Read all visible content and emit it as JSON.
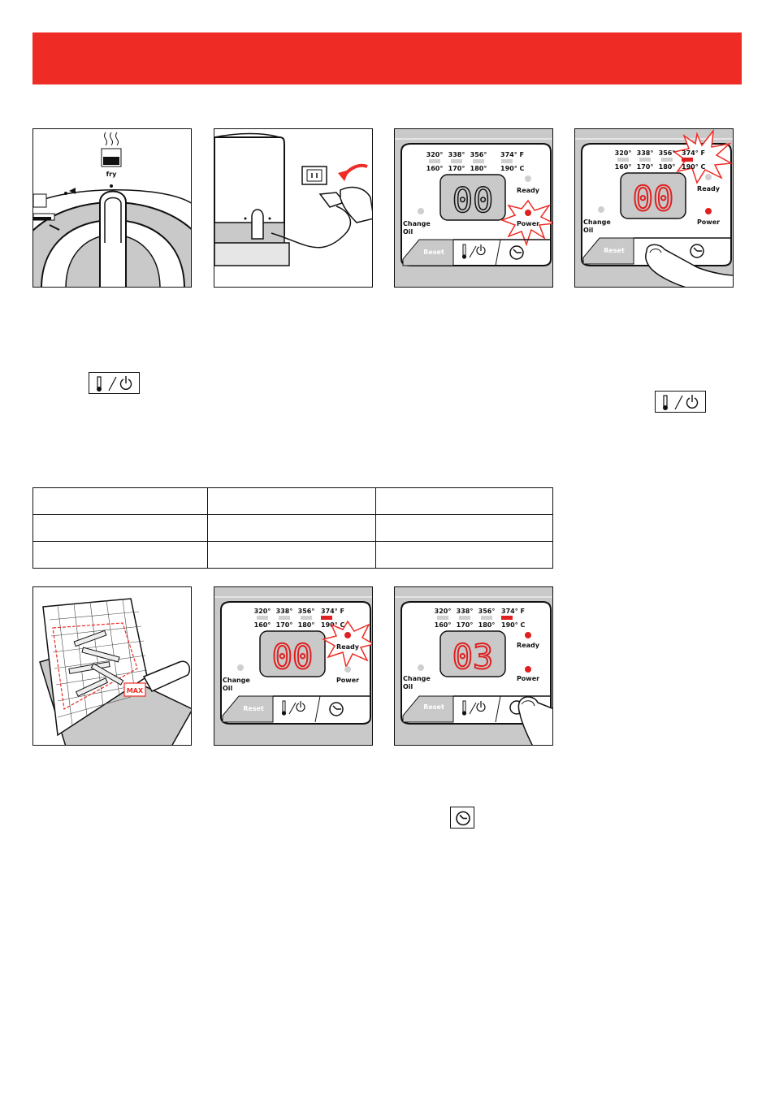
{
  "control_panel": {
    "temps_f": [
      "320°",
      "338°",
      "356°",
      "374° F"
    ],
    "temps_c": [
      "160°",
      "170°",
      "180°",
      "190° C"
    ],
    "ready": "Ready",
    "power": "Power",
    "change": "Change",
    "oil": "Oil",
    "reset": "Reset"
  },
  "panels": {
    "p3_display": "00",
    "p4_display": "00",
    "p6_display": "00",
    "p7_display": "03"
  },
  "dial_label": "fry",
  "basket_tag": "MAX",
  "table": {
    "rows": [
      [
        "",
        "",
        ""
      ],
      [
        "",
        "",
        ""
      ],
      [
        "",
        "",
        ""
      ]
    ]
  },
  "colors": {
    "banner": "#ee2b24",
    "led_red": "#e02020",
    "led_off": "#cfcfcf",
    "panel_gray": "#c9c9c9"
  }
}
